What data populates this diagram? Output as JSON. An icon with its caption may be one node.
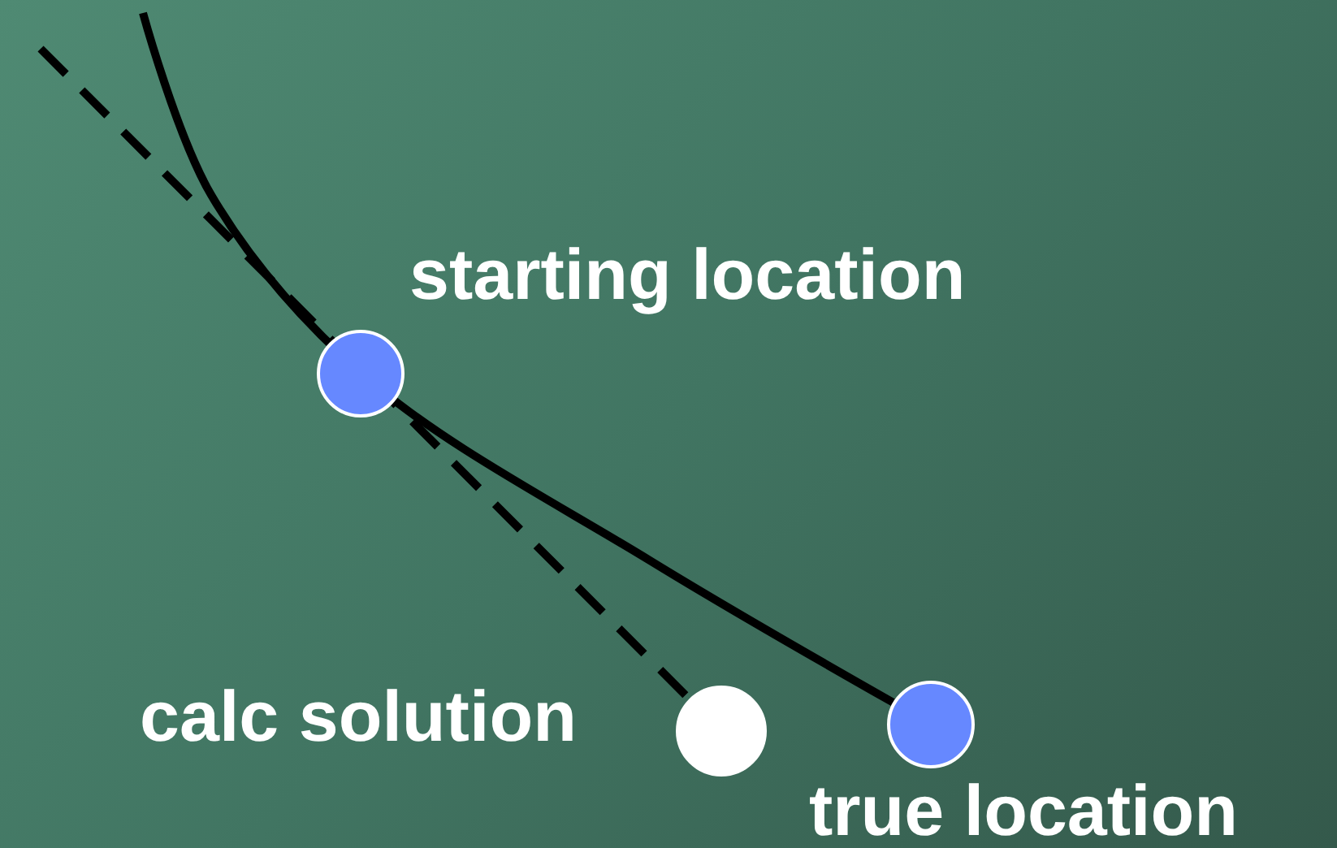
{
  "diagram": {
    "nodes": [
      {
        "text": [],
        "shape": "circle",
        "beside": [
          "starting location"
        ]
      },
      {
        "text": [],
        "shape": "circle",
        "beside": [
          "calc solution"
        ]
      },
      {
        "text": [],
        "shape": "circle",
        "beside": [
          "true location"
        ]
      }
    ],
    "edges": [
      {
        "from": null,
        "to": 2,
        "arrow": "none"
      },
      {
        "from": null,
        "to": 1,
        "arrow": "none",
        "style": "dashed"
      }
    ]
  }
}
